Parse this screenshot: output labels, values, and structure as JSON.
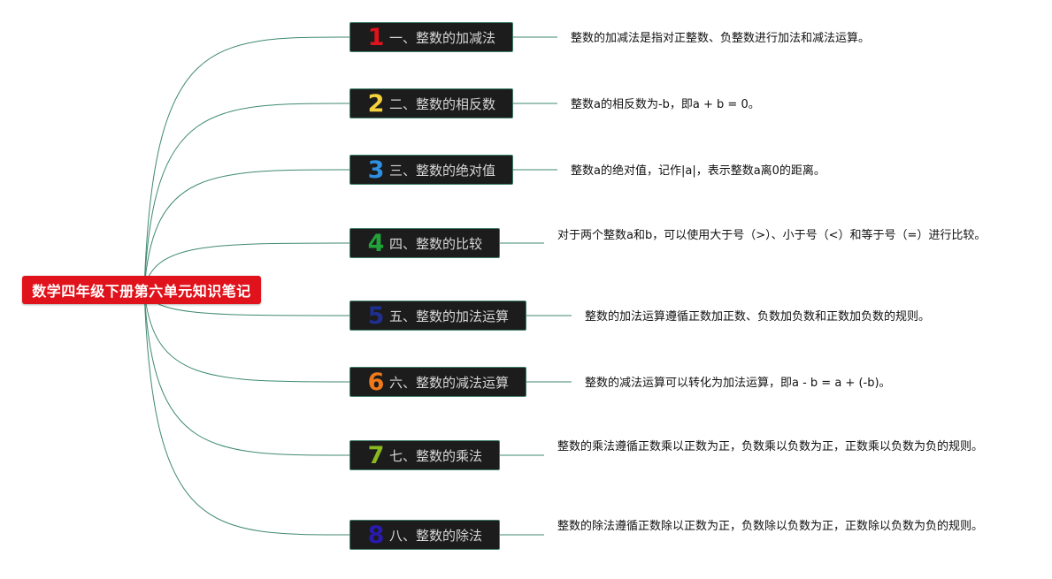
{
  "root": {
    "title": "数学四年级下册第六单元知识笔记"
  },
  "branches": [
    {
      "number": "1",
      "color": "#e0121b",
      "title": "一、整数的加减法",
      "note": "整数的加减法是指对正整数、负整数进行加法和减法运算。"
    },
    {
      "number": "2",
      "color": "#f5d23c",
      "title": "二、整数的相反数",
      "note": "整数a的相反数为-b，即a + b = 0。"
    },
    {
      "number": "3",
      "color": "#2f8fe0",
      "title": "三、整数的绝对值",
      "note": "整数a的绝对值，记作|a|，表示整数a离0的距离。"
    },
    {
      "number": "4",
      "color": "#22a33a",
      "title": "四、整数的比较",
      "note": "对于两个整数a和b，可以使用大于号（>）、小于号（<）和等于号（=）进行比较。"
    },
    {
      "number": "5",
      "color": "#1f2f8f",
      "title": "五、整数的加法运算",
      "note": "整数的加法运算遵循正数加正数、负数加负数和正数加负数的规则。"
    },
    {
      "number": "6",
      "color": "#f07a1a",
      "title": "六、整数的减法运算",
      "note": "整数的减法运算可以转化为加法运算，即a - b = a + (-b)。"
    },
    {
      "number": "7",
      "color": "#8ab820",
      "title": "七、整数的乘法",
      "note": "整数的乘法遵循正数乘以正数为正，负数乘以负数为正，正数乘以负数为负的规则。"
    },
    {
      "number": "8",
      "color": "#2a1ab0",
      "title": "八、整数的除法",
      "note": "整数的除法遵循正数除以正数为正，负数除以负数为正，正数除以负数为负的规则。"
    }
  ]
}
